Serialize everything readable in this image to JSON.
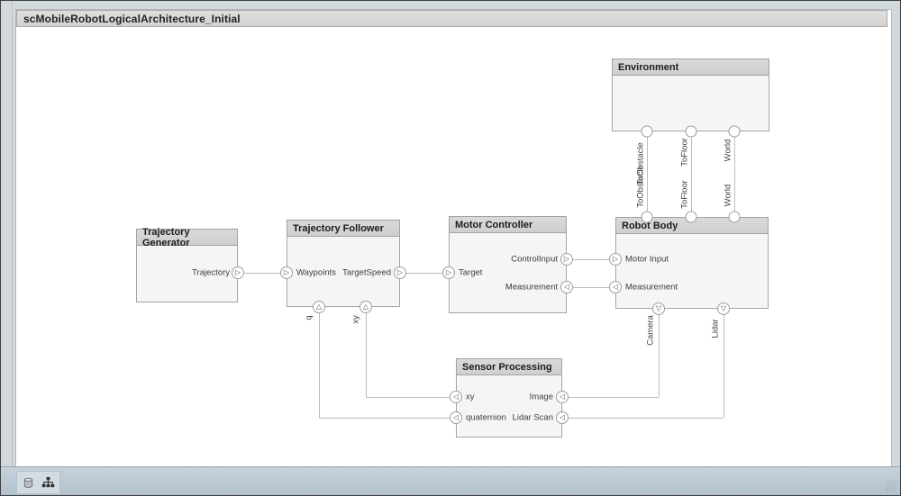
{
  "window": {
    "title": "scMobileRobotLogicalArchitecture_Initial"
  },
  "components": {
    "trajectory_generator": {
      "name": "Trajectory Generator",
      "ports": {
        "trajectory": "Trajectory"
      }
    },
    "trajectory_follower": {
      "name": "Trajectory Follower",
      "ports": {
        "waypoints": "Waypoints",
        "target_speed": "TargetSpeed",
        "q": "q",
        "xy": "xy"
      }
    },
    "motor_controller": {
      "name": "Motor Controller",
      "ports": {
        "target": "Target",
        "control_input": "ControlInput",
        "measurement": "Measurement"
      }
    },
    "robot_body": {
      "name": "Robot Body",
      "ports": {
        "motor_input": "Motor Input",
        "measurement": "Measurement",
        "camera": "Camera",
        "lidar": "Lidar",
        "to_obstacle": "ToObstacle",
        "to_floor": "ToFloor",
        "world": "World"
      }
    },
    "environment": {
      "name": "Environment",
      "ports": {
        "to_obstacle": "ToObstacle",
        "to_floor": "ToFloor",
        "world": "World"
      }
    },
    "sensor_processing": {
      "name": "Sensor Processing",
      "ports": {
        "xy": "xy",
        "quaternion": "quaternion",
        "image": "Image",
        "lidar_scan": "Lidar Scan"
      }
    }
  },
  "icons": {
    "port_input_right": "▷",
    "port_input_left": "◁",
    "port_input_up": "△",
    "port_output_down": "▽",
    "statusbar": [
      "data-dictionary-cylinder-icon",
      "architecture-hierarchy-icon"
    ]
  },
  "colors": {
    "block_header": "#d4d4d4",
    "block_body": "#f5f5f4",
    "block_border": "#a3a3a3",
    "connector": "#b8bcbe",
    "frame": "#d1d9df",
    "statusbar": "#bac8d3",
    "canvas": "#ffffff",
    "titlebar": "#d8d8d8"
  }
}
